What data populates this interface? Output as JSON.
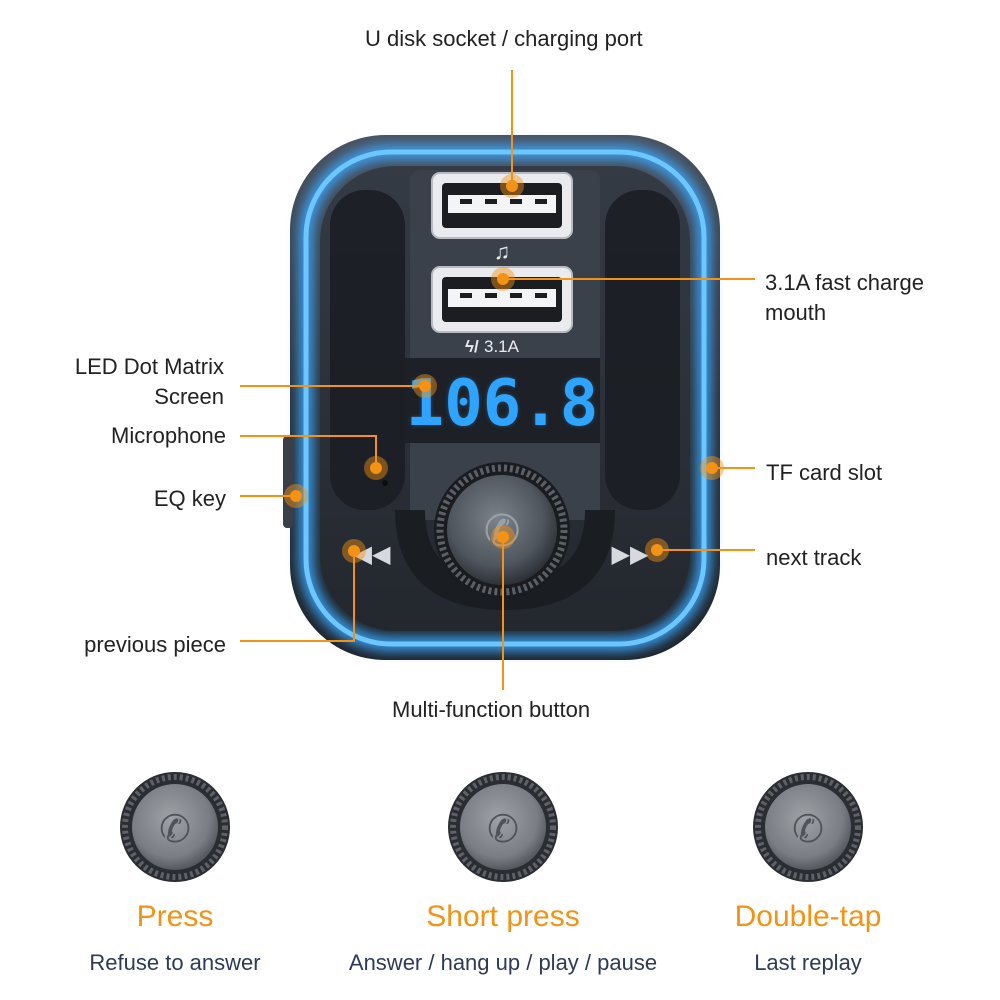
{
  "device": {
    "display_value": "106.8",
    "charge_port_badge": "3.1A",
    "music_port_icon": "music-note-icon",
    "prev_icon": "previous-track-icon",
    "next_icon": "next-track-icon",
    "button_icon": "phone-icon"
  },
  "callouts": {
    "u_disk": "U disk socket / charging port",
    "fast_charge_line1": "3.1A fast charge",
    "fast_charge_line2": "mouth",
    "led_line1": "LED Dot Matrix",
    "led_line2": "Screen",
    "microphone": "Microphone",
    "eq_key": "EQ key",
    "tf_card": "TF card slot",
    "next_track": "next track",
    "previous_piece": "previous piece",
    "multi_function": "Multi-function button"
  },
  "modes": [
    {
      "title": "Press",
      "description": "Refuse to answer"
    },
    {
      "title": "Short press",
      "description": "Answer / hang up / play / pause"
    },
    {
      "title": "Double-tap",
      "description": "Last replay"
    }
  ],
  "colors": {
    "accent": "#f39214",
    "glow": "#3aa8ff",
    "body": "#2b3038",
    "display": "#2fa4ff",
    "description": "#2d3b57"
  }
}
